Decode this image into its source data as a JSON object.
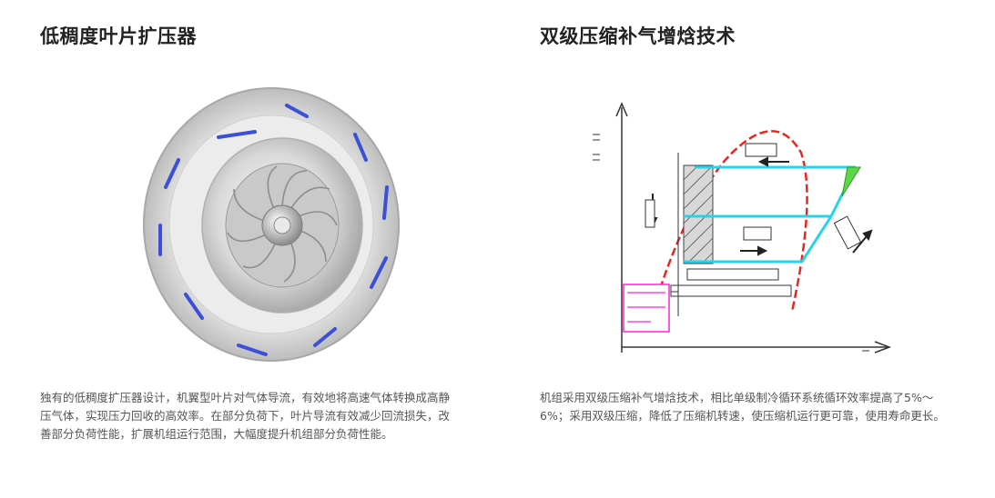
{
  "left": {
    "title": "低稠度叶片扩压器",
    "description": "独有的低稠度扩压器设计，机翼型叶片对气体导流，有效地将高速气体转换成高静压气体，实现压力回收的高效率。在部分负荷下，叶片导流有效减少回流损失，改善部分负荷性能，扩展机组运行范围，大幅度提升机组部分负荷性能。",
    "image": "low-solidity-vane-diffuser-impeller"
  },
  "right": {
    "title": "双级压缩补气增焓技术",
    "description": "机组采用双级压缩补气增焓技术，相比单级制冷循环系统循环效率提高了5%～6%；采用双级压缩，降低了压缩机转速，使压缩机运行更可靠，使用寿命更长。",
    "image": "two-stage-compression-ph-diagram"
  },
  "colors": {
    "title": "#222222",
    "body_text": "#555555",
    "curve_red": "#e8261e",
    "cycle_cyan": "#27d3e8",
    "magenta_label": "#ff21d8",
    "vane_blue": "#3b4fd8"
  }
}
